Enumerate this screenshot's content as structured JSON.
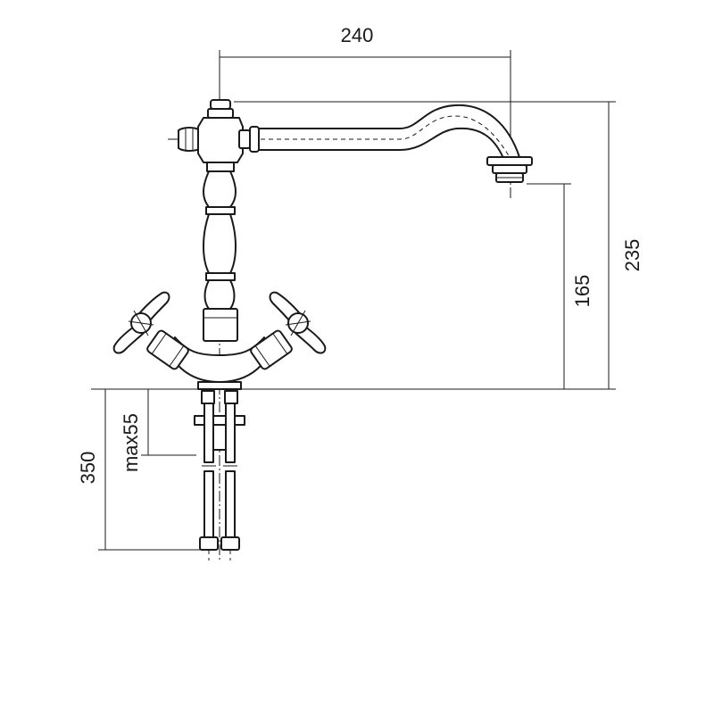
{
  "dimensions": {
    "spout_reach": "240",
    "total_height": "235",
    "spout_height": "165",
    "hose_length": "350",
    "max_deck_thickness": "max55"
  },
  "colors": {
    "line": "#1a1a1a",
    "background": "#ffffff"
  }
}
